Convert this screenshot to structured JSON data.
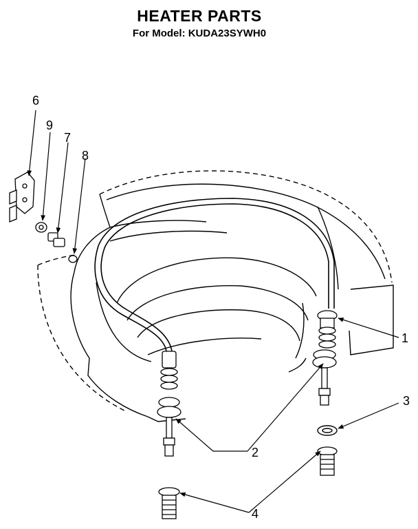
{
  "header": {
    "title": "HEATER PARTS",
    "subtitle": "For Model: KUDA23SYWH0"
  },
  "callouts": {
    "c1": "1",
    "c2": "2",
    "c3": "3",
    "c4": "4",
    "c6": "6",
    "c7": "7",
    "c8": "8",
    "c9": "9"
  },
  "colors": {
    "line": "#000000",
    "background": "#ffffff"
  }
}
